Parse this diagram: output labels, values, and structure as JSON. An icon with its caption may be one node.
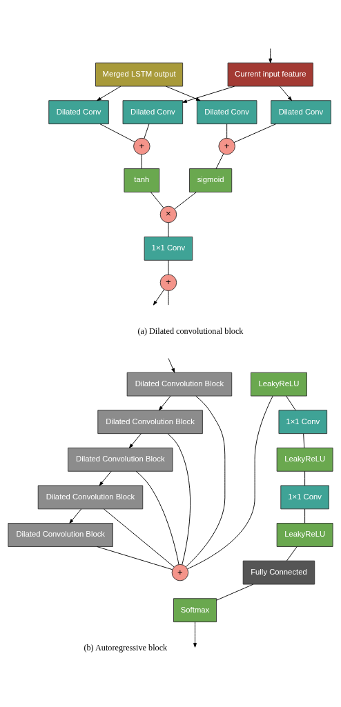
{
  "diagram": {
    "nodes": [
      {
        "text": [
          "Merged LSTM output"
        ]
      },
      {
        "text": [
          "Current input feature"
        ]
      },
      {
        "text": [
          "Dilated Conv"
        ]
      },
      {
        "text": [
          "Dilated Conv"
        ]
      },
      {
        "text": [
          "Dilated Conv"
        ]
      },
      {
        "text": [
          "+"
        ]
      },
      {
        "text": [
          "Dilated Conv"
        ]
      },
      {
        "text": [
          "+"
        ]
      },
      {
        "text": [
          "tanh"
        ]
      },
      {
        "text": [
          "sigmoid"
        ]
      },
      {
        "text": [
          "×"
        ]
      },
      {
        "text": [
          "1×1 Conv"
        ]
      },
      {
        "text": [
          "+"
        ]
      },
      {
        "text": [
          "Dilated Convolution Block"
        ]
      },
      {
        "text": [
          "Dilated Convolution Block"
        ]
      },
      {
        "text": [
          "Dilated Convolution Block"
        ]
      },
      {
        "text": [
          "Dilated Convolution Block"
        ]
      },
      {
        "text": [
          "Dilated Convolution Block"
        ]
      },
      {
        "text": [
          "+"
        ]
      },
      {
        "text": [
          "LeakyReLU"
        ]
      },
      {
        "text": [
          "1×1 Conv"
        ]
      },
      {
        "text": [
          "LeakyReLU"
        ]
      },
      {
        "text": [
          "1×1 Conv"
        ]
      },
      {
        "text": [
          "LeakyReLU"
        ]
      },
      {
        "text": [
          "Fully Connected"
        ]
      },
      {
        "text": [
          "Softmax"
        ]
      }
    ],
    "edges": [
      {
        "from": null,
        "to": 1,
        "arrow": "to"
      },
      {
        "from": 1,
        "to": 2,
        "arrow": "to"
      },
      {
        "from": 1,
        "to": 3,
        "arrow": "to"
      },
      {
        "from": 0,
        "to": 4,
        "arrow": "to"
      },
      {
        "from": 0,
        "to": 6,
        "arrow": "to"
      },
      {
        "from": 3,
        "to": 5,
        "arrow": "none"
      },
      {
        "from": 4,
        "to": 5,
        "arrow": "none"
      },
      {
        "from": 2,
        "to": 7,
        "arrow": "none"
      },
      {
        "from": 6,
        "to": 7,
        "arrow": "none"
      },
      {
        "from": 7,
        "to": 8,
        "arrow": "none"
      },
      {
        "from": 5,
        "to": 9,
        "arrow": "none"
      },
      {
        "from": 8,
        "to": 10,
        "arrow": "none"
      },
      {
        "from": 9,
        "to": 10,
        "arrow": "none"
      },
      {
        "from": 10,
        "to": 11,
        "arrow": "none"
      },
      {
        "from": 11,
        "to": 12,
        "arrow": "none"
      },
      {
        "from": 12,
        "to": null,
        "arrow": "to"
      },
      {
        "from": 12,
        "to": null,
        "arrow": "none"
      },
      {
        "from": null,
        "to": 13,
        "arrow": "to"
      },
      {
        "from": 13,
        "to": 14,
        "arrow": "to"
      },
      {
        "from": 14,
        "to": 15,
        "arrow": "to"
      },
      {
        "from": 15,
        "to": 16,
        "arrow": "to"
      },
      {
        "from": 16,
        "to": 17,
        "arrow": "to"
      },
      {
        "from": 13,
        "to": 18,
        "arrow": "none"
      },
      {
        "from": 14,
        "to": 18,
        "arrow": "none"
      },
      {
        "from": 15,
        "to": 18,
        "arrow": "none"
      },
      {
        "from": 16,
        "to": 18,
        "arrow": "none"
      },
      {
        "from": 17,
        "to": 18,
        "arrow": "none"
      },
      {
        "from": 18,
        "to": 19,
        "arrow": "none"
      },
      {
        "from": 19,
        "to": 20,
        "arrow": "none"
      },
      {
        "from": 20,
        "to": 21,
        "arrow": "none"
      },
      {
        "from": 21,
        "to": 22,
        "arrow": "none"
      },
      {
        "from": 22,
        "to": 23,
        "arrow": "none"
      },
      {
        "from": 23,
        "to": 24,
        "arrow": "none"
      },
      {
        "from": 24,
        "to": 25,
        "arrow": "none"
      },
      {
        "from": 25,
        "to": null,
        "arrow": "to"
      }
    ],
    "labels": [
      "(a) Dilated convolutional block",
      "(b) Autoregressive block"
    ]
  }
}
